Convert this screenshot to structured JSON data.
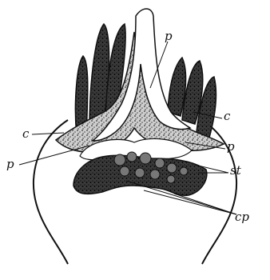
{
  "figure": {
    "labels": {
      "p_top": "p",
      "c_left": "c",
      "c_right": "c",
      "p_right": "p",
      "p_left": "p",
      "st": "st",
      "cp": "cp"
    },
    "colors": {
      "ink": "#111111",
      "stipple": "#555555",
      "background": "#ffffff"
    }
  }
}
